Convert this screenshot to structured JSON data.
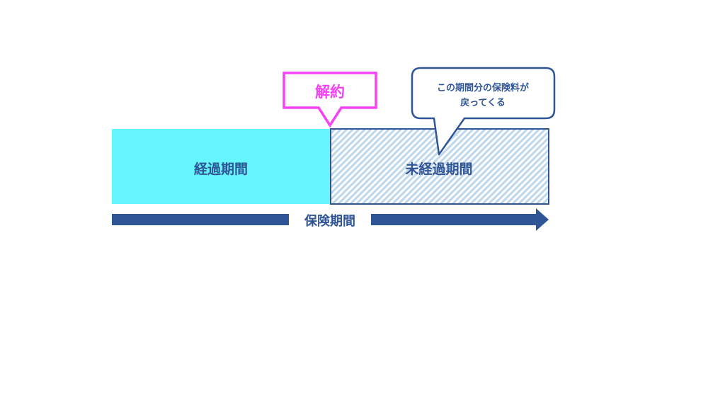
{
  "elapsed_label": "経過期間",
  "unelapsed_label": "未経過期間",
  "cancel_label": "解約",
  "callout_line1": "この期間分の保険料が",
  "callout_line2": "戻ってくる",
  "period_label": "保険期間",
  "colors": {
    "elapsed_fill": "#66f5fc",
    "navy": "#2f5597",
    "hatch": "#bdd7ee",
    "pink": "#f542f5"
  }
}
